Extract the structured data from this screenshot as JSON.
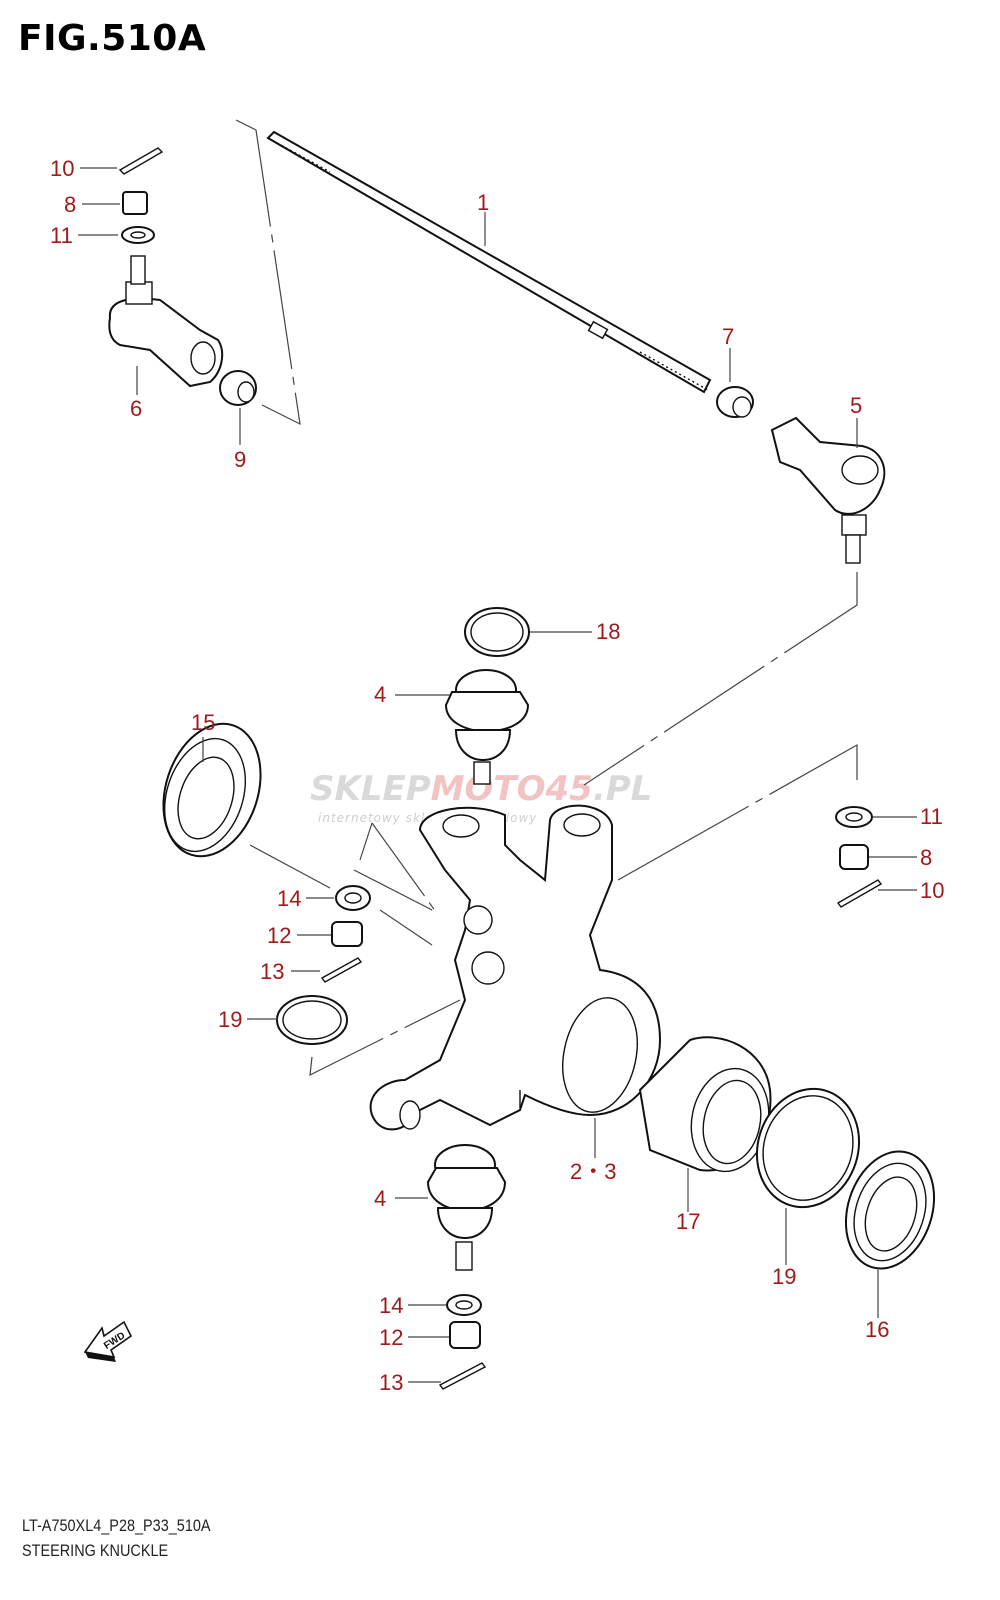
{
  "figure_title": "FIG.510A",
  "model_code": "LT-A750XL4_P28_P33_510A",
  "diagram_name": "STEERING KNUCKLE",
  "fwd_label": "FWD",
  "watermark": {
    "part1": "SKLEP",
    "part2": "MOTO",
    "part3": "45",
    "part4": ".PL",
    "tagline": "internetowy sklep motocyklowy"
  },
  "labels": {
    "l1": "1",
    "l23": "2・3",
    "l4a": "4",
    "l4b": "4",
    "l5": "5",
    "l6": "6",
    "l7": "7",
    "l8a": "8",
    "l8b": "8",
    "l9": "9",
    "l10a": "10",
    "l10b": "10",
    "l11a": "11",
    "l11b": "11",
    "l12a": "12",
    "l12b": "12",
    "l13a": "13",
    "l13b": "13",
    "l14a": "14",
    "l14b": "14",
    "l15": "15",
    "l16": "16",
    "l17": "17",
    "l18": "18",
    "l19a": "19",
    "l19b": "19"
  },
  "colors": {
    "label": "#a11a1a",
    "line": "#111111",
    "watermark": "#d9d9d9"
  }
}
